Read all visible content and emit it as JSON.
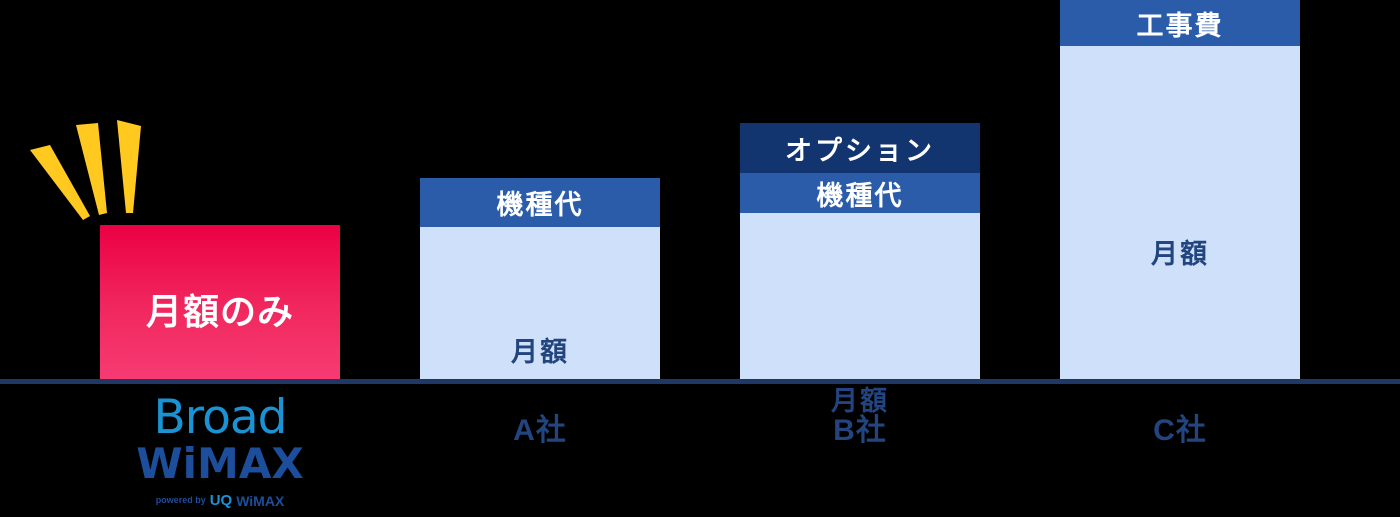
{
  "chart_data": {
    "type": "bar",
    "title": "",
    "subtitle": "",
    "xlabel": "",
    "ylabel": "",
    "stacked": true,
    "grid": false,
    "legend_position": "none",
    "categories": [
      "Broad WiMAX",
      "A社",
      "B社",
      "C社"
    ],
    "series": [
      {
        "name": "月額",
        "values": [
          154,
          152,
          152,
          333
        ]
      },
      {
        "name": "機種代",
        "values": [
          0,
          49,
          46,
          0
        ]
      },
      {
        "name": "オプション",
        "values": [
          0,
          0,
          58,
          0
        ]
      },
      {
        "name": "工事費",
        "values": [
          0,
          0,
          0,
          46
        ]
      }
    ],
    "bar_total_heights": [
      154,
      201,
      256,
      379
    ],
    "annotations": [
      "月額のみ"
    ]
  },
  "colors": {
    "background": "#000000",
    "axis_line": "#1f3864",
    "highlight_bar_top": "#eb0044",
    "highlight_bar_bottom": "#f63b72",
    "monthly_fill": "#cfe0fb",
    "monthly_text": "#22447f",
    "device_fill": "#2a5caa",
    "option_fill": "#12356f",
    "setup_fill": "#2a5caa",
    "category_label": "#22447f",
    "burst_yellow": "#ffc91f",
    "logo_broad": "#1a93d4",
    "logo_wimax": "#1c4e9c"
  },
  "bars": {
    "broad": {
      "segments": [
        {
          "key": "monthly_only",
          "label": "月額のみ"
        }
      ],
      "category": "Broad WiMAX"
    },
    "a": {
      "segments": [
        {
          "key": "device",
          "label": "機種代"
        },
        {
          "key": "monthly",
          "label": "月額"
        }
      ],
      "category": "A社"
    },
    "b": {
      "segments": [
        {
          "key": "option",
          "label": "オプション"
        },
        {
          "key": "device",
          "label": "機種代"
        },
        {
          "key": "monthly",
          "label": "月額"
        }
      ],
      "category": "B社"
    },
    "c": {
      "segments": [
        {
          "key": "setup",
          "label": "工事費"
        },
        {
          "key": "monthly",
          "label": "月額"
        }
      ],
      "category": "C社"
    }
  },
  "logo": {
    "line1": "Broad",
    "line2": "WiMAX",
    "powered_prefix": "powered by",
    "powered_uq": "UQ",
    "powered_wimax": "WiMAX"
  },
  "decorations": {
    "burst": "emphasis-rays"
  }
}
